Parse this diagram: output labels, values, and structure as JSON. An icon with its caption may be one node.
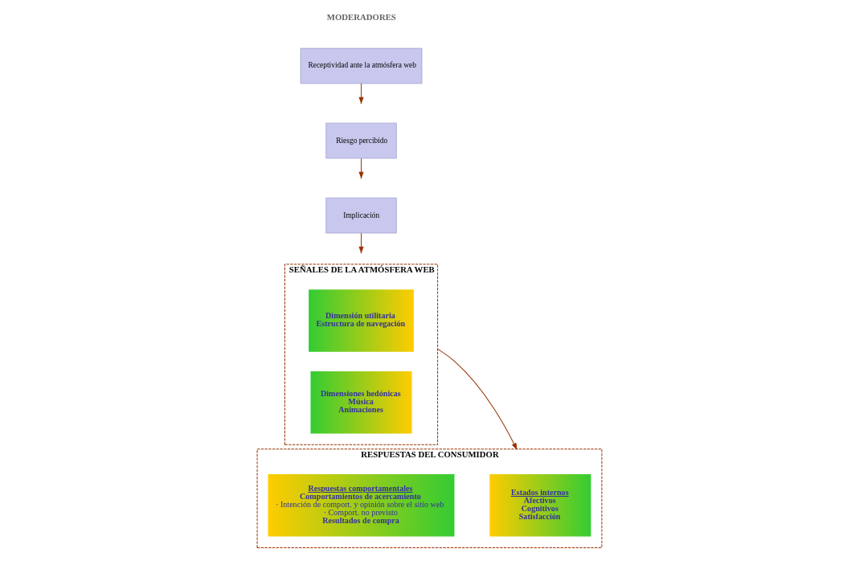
{
  "diagram": {
    "nodes": [
      {
        "text": [
          "SEÑALES DE LA ATMÓSFERA WEB"
        ]
      },
      {
        "text": [
          "Dimensión utilitaria",
          "Estructura de navegación"
        ],
        "in": 0
      },
      {
        "text": [
          "Dimensiones hedónicas",
          "Música",
          "Animaciones"
        ],
        "in": 0
      },
      {
        "text": [
          "Implicación"
        ]
      },
      {
        "text": [
          "Riesgo percibido"
        ]
      },
      {
        "text": [
          "Receptividad ante la atmósfera web"
        ]
      },
      {
        "text": [
          "RESPUESTAS DEL CONSUMIDOR"
        ]
      },
      {
        "text": [
          "Estados internos",
          "Afectivos",
          "Cognitivos",
          "Satisfacción"
        ],
        "in": 6
      },
      {
        "text": [
          "Respuestas comportamentales",
          "Comportamientos de acercamiento",
          "· Intención de comport. y opinión sobre el sitio web",
          "· Comport. no previsto",
          "Resultados de compra"
        ],
        "in": 6
      }
    ],
    "edges": [
      {
        "from": 0,
        "to": 6,
        "arrow": "to"
      },
      {
        "from": 3,
        "to": null,
        "arrow": "to"
      },
      {
        "from": 4,
        "to": null,
        "arrow": "to"
      },
      {
        "from": 5,
        "to": null,
        "arrow": "to"
      }
    ],
    "labels": [
      "MODERADORES"
    ]
  }
}
